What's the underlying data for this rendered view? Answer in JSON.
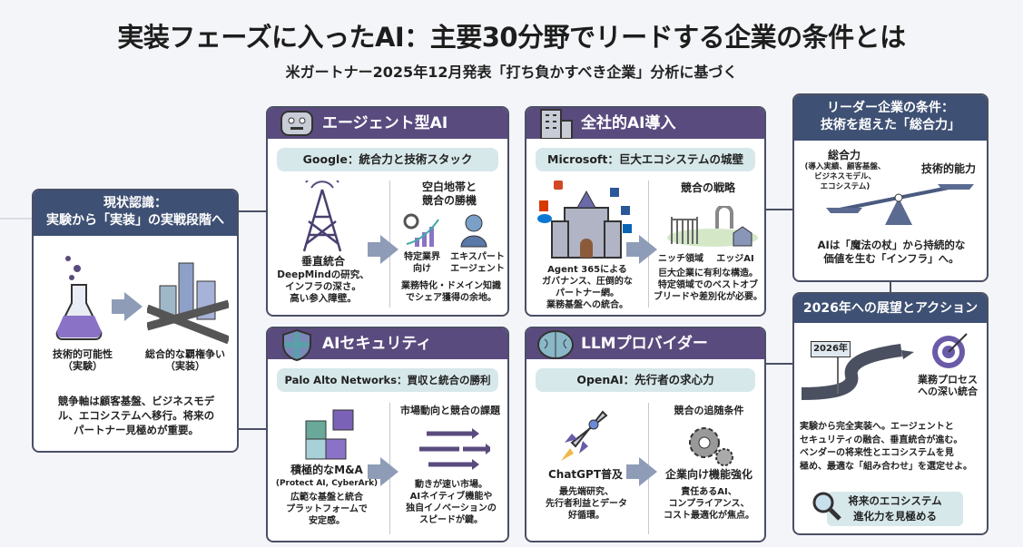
{
  "title": "実装フェーズに入ったAI：主要30分野でリードする企業の条件とは",
  "subtitle": "米ガートナー2025年12月発表「打ち負かすべき企業」分析に基づく",
  "current": {
    "header": [
      "現状認識：",
      "実験から「実装」の実戦段階へ"
    ],
    "left_label": [
      "技術的可能性",
      "（実験）"
    ],
    "right_label": [
      "総合的な覇権争い",
      "（実装）"
    ],
    "body": [
      "競争軸は顧客基盤、ビジネスモデ",
      "ル、エコシステムへ移行。将来の",
      "パートナー見極めが重要。"
    ]
  },
  "agent": {
    "title": "エージェント型AI",
    "company": "Google：統合力と技術スタック",
    "left_title": "垂直統合",
    "left_body": [
      "DeepMindの研究、",
      "インフラの深さ。",
      "高い参入障壁。"
    ],
    "right_title": [
      "空白地帯と",
      "競合の勝機"
    ],
    "item1": [
      "特定業界",
      "向け"
    ],
    "item2": [
      "エキスパート",
      "エージェント"
    ],
    "right_body": [
      "業務特化・ドメイン知識",
      "でシェア獲得の余地。"
    ]
  },
  "enterprise": {
    "title": "全社的AI導入",
    "company": "Microsoft：巨大エコシステムの城壁",
    "left_body": [
      "Agent 365による",
      "ガバナンス、圧倒的な",
      "パートナー網。",
      "業務基盤への統合。"
    ],
    "right_title": "競合の戦略",
    "item1": "ニッチ領域",
    "item2": "エッジAI",
    "right_body": [
      "巨大企業に有利な構造。",
      "特定領域でのベストオブ",
      "ブリードや差別化が必要。"
    ]
  },
  "security": {
    "title": "AIセキュリティ",
    "company": "Palo Alto Networks：買収と統合の勝利",
    "left_title": "積極的なM&A",
    "left_note": "(Protect AI, CyberArk)",
    "left_body": [
      "広範な基盤と統合",
      "プラットフォームで",
      "安定感。"
    ],
    "right_title": "市場動向と競合の課題",
    "right_body": [
      "動きが速い市場。",
      "AIネイティブ機能や",
      "独自イノベーションの",
      "スピードが鍵。"
    ]
  },
  "llm": {
    "title": "LLMプロバイダー",
    "company": "OpenAI：先行者の求心力",
    "left_title": "ChatGPT普及",
    "left_body": [
      "最先端研究、",
      "先行者利益とデータ",
      "好循環。"
    ],
    "right_title": "競合の追随条件",
    "right_sub": "企業向け機能強化",
    "right_body": [
      "責任あるAI、",
      "コンプライアンス、",
      "コスト最適化が焦点。"
    ]
  },
  "leader": {
    "header": [
      "リーダー企業の条件：",
      "技術を超えた「総合力」"
    ],
    "left_title": "総合力",
    "left_note": [
      "(導入実績、顧客基盤、",
      "ビジネスモデル、",
      "エコシステム)"
    ],
    "right_title": "技術的能力",
    "body": [
      "AIは「魔法の杖」から持続的な",
      "価値を生む「インフラ」へ。"
    ]
  },
  "outlook": {
    "header": "2026年への展望とアクション",
    "sign": "2026年",
    "goal": [
      "業務プロセス",
      "への深い統合"
    ],
    "body": [
      "実験から完全実装へ。エージェントと",
      "セキュリティの融合、垂直統合が進む。",
      "ベンダーの将来性とエコシステムを見",
      "極め、最適な「組み合わせ」を選定せよ。"
    ],
    "callout": [
      "将来のエコシステム",
      "進化力を見極める"
    ]
  },
  "colors": {
    "navy": "#3e5073",
    "purple": "#5a4b7e",
    "teal_light": "#d7e8ea"
  }
}
